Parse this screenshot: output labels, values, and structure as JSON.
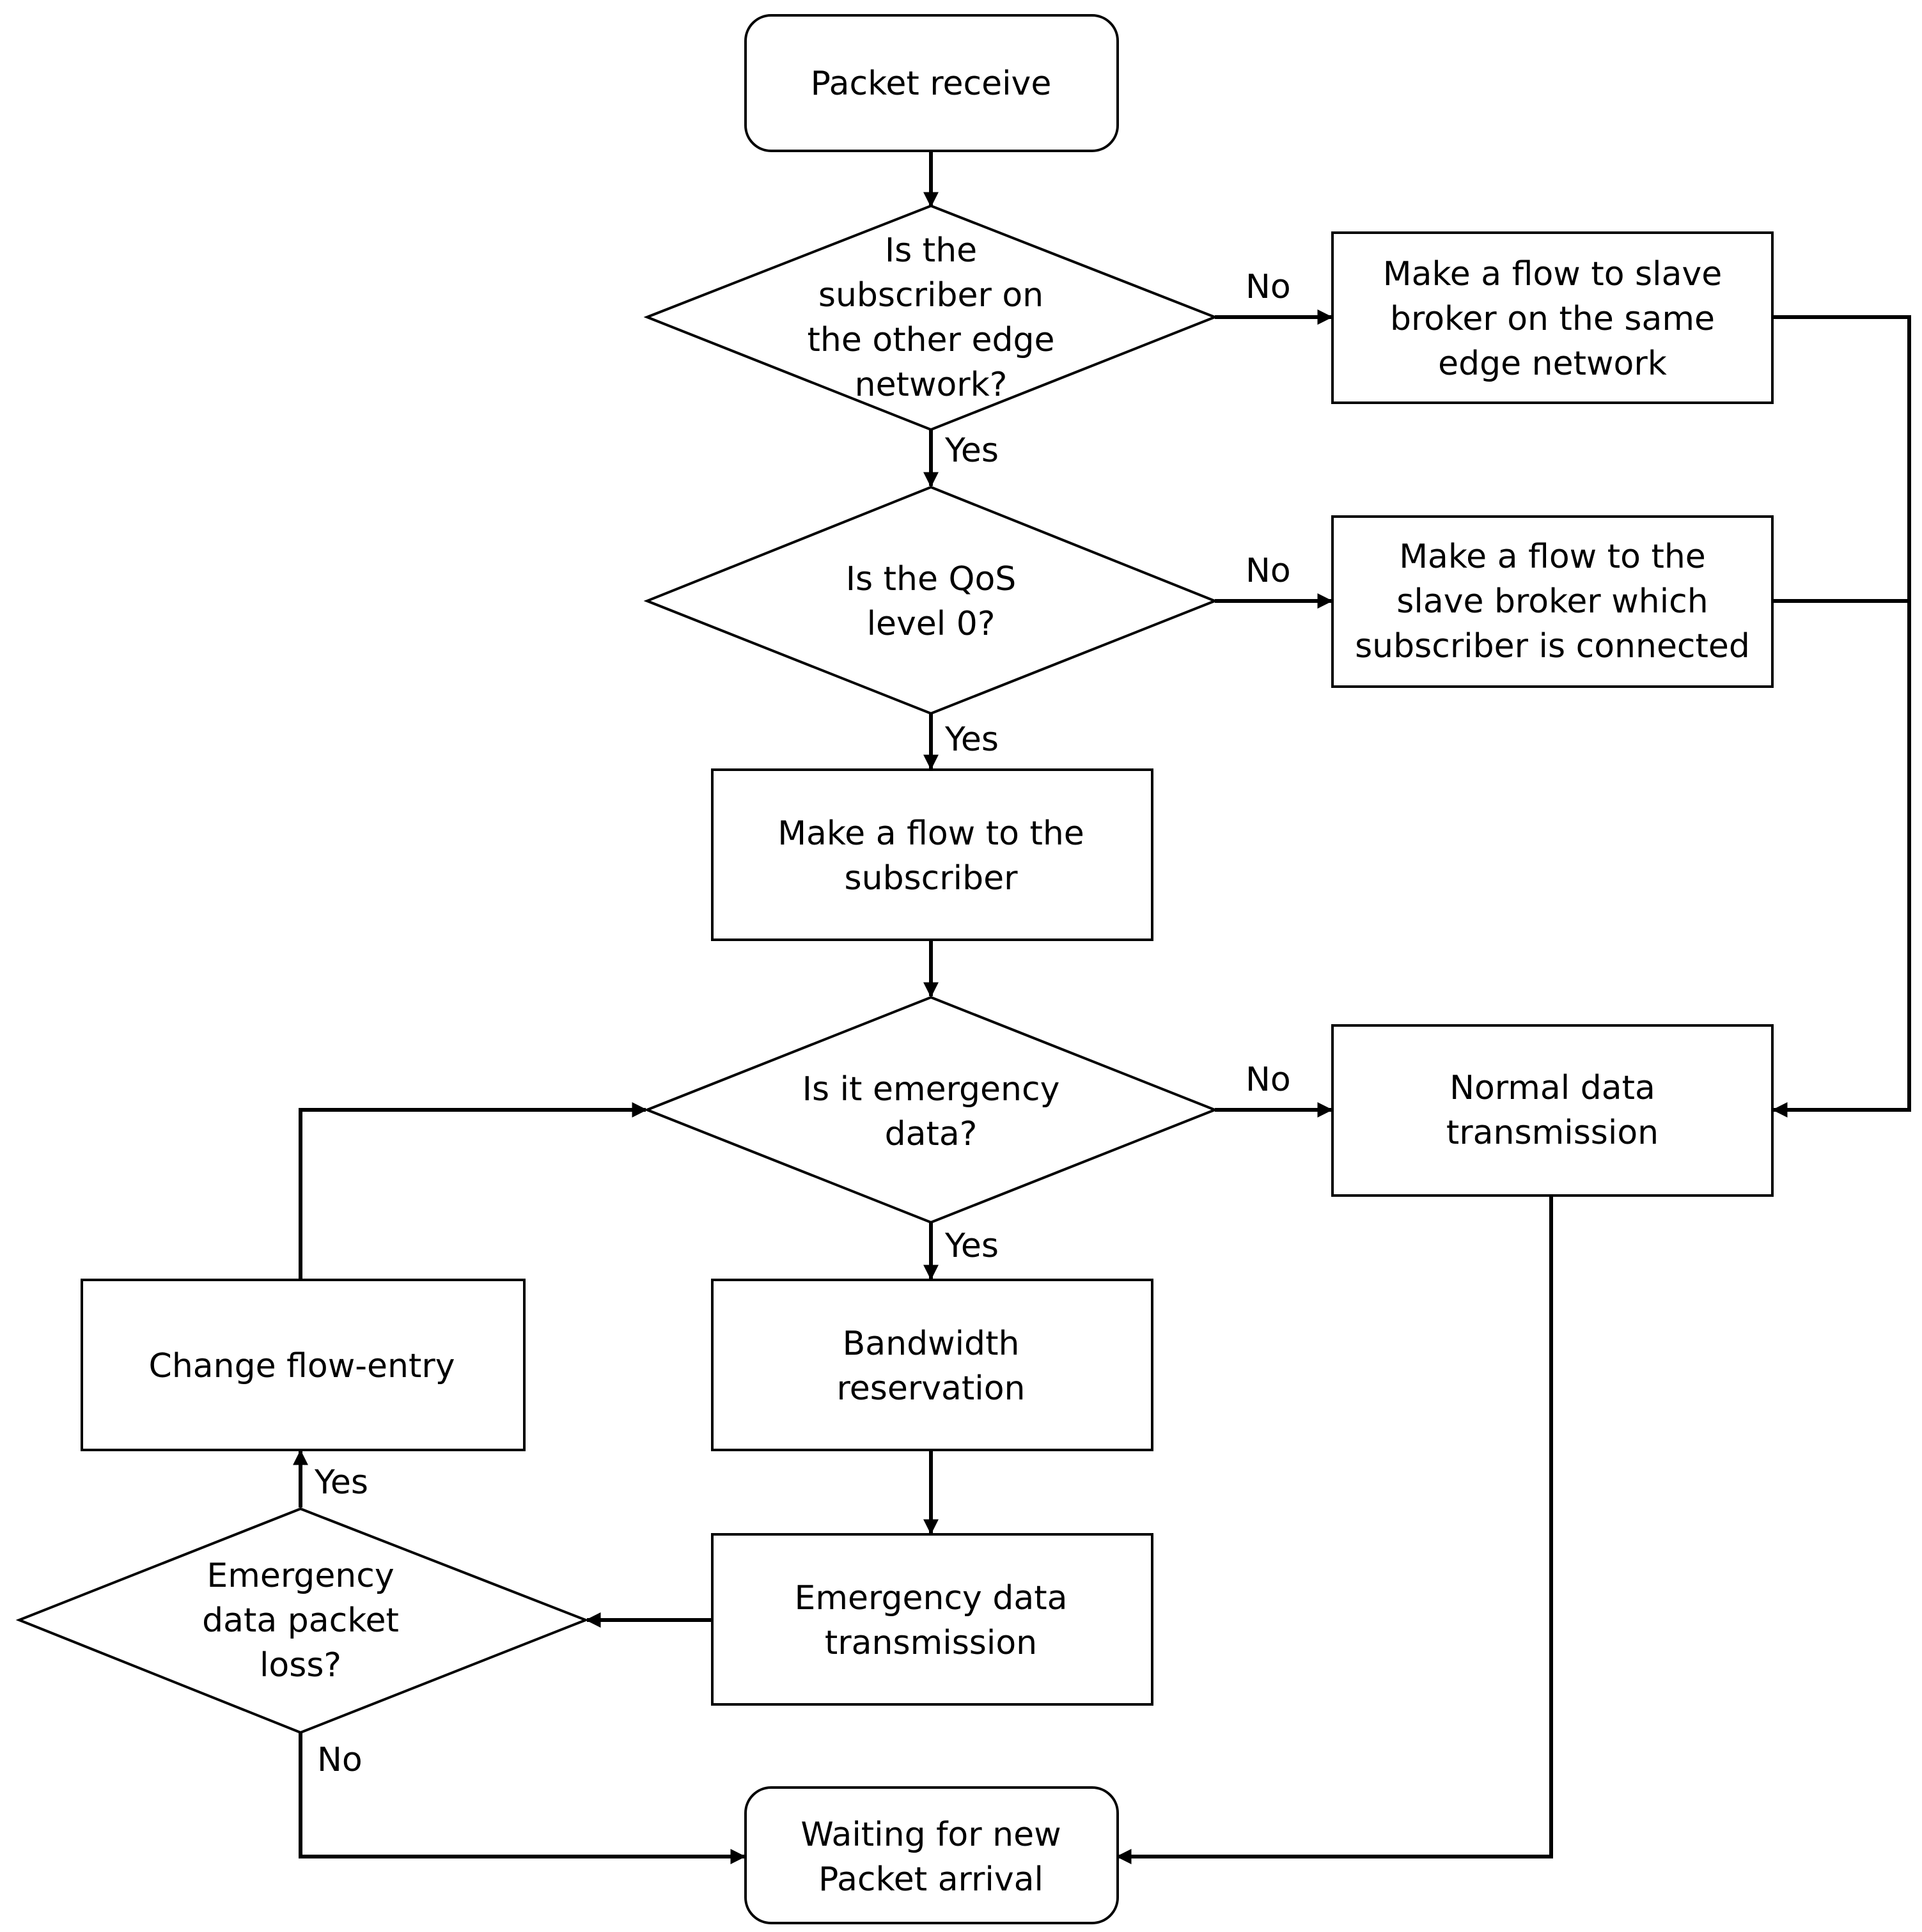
{
  "nodes": {
    "start": {
      "lines": [
        "Packet receive"
      ]
    },
    "d1": {
      "lines": [
        "Is the",
        "subscriber on",
        "the other edge",
        "network?"
      ]
    },
    "p1": {
      "lines": [
        "Make a flow to slave",
        "broker on the same",
        "edge network"
      ]
    },
    "d2": {
      "lines": [
        "Is the QoS",
        "level 0?"
      ]
    },
    "p2": {
      "lines": [
        "Make a flow to the",
        "slave broker which",
        "subscriber is connected"
      ]
    },
    "p3": {
      "lines": [
        "Make a flow to the",
        "subscriber"
      ]
    },
    "d3": {
      "lines": [
        "Is it emergency",
        "data?"
      ]
    },
    "p4": {
      "lines": [
        "Normal data",
        "transmission"
      ]
    },
    "p5": {
      "lines": [
        "Bandwidth",
        "reservation"
      ]
    },
    "p6": {
      "lines": [
        "Change flow-entry"
      ]
    },
    "p7": {
      "lines": [
        "Emergency data",
        "transmission"
      ]
    },
    "d4": {
      "lines": [
        "Emergency",
        "data packet",
        "loss?"
      ]
    },
    "end": {
      "lines": [
        "Waiting for new",
        "Packet arrival"
      ]
    }
  },
  "edge_labels": {
    "d1_no": "No",
    "d1_yes": "Yes",
    "d2_no": "No",
    "d2_yes": "Yes",
    "d3_no": "No",
    "d3_yes": "Yes",
    "d4_yes": "Yes",
    "d4_no": "No"
  }
}
